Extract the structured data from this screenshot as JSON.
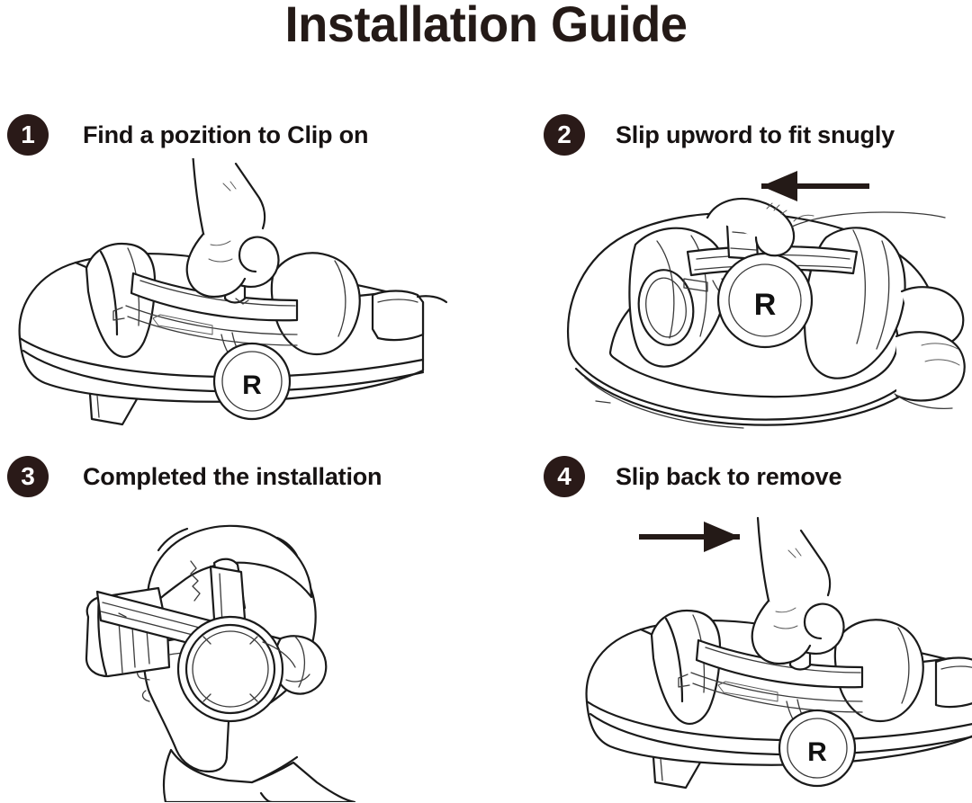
{
  "document": {
    "title": "Installation Guide",
    "background_color": "#ffffff",
    "text_color": "#241a17",
    "badge_color": "#2a1a18",
    "line_color": "#1a1a1a",
    "type": "instruction-sheet",
    "step_count": 4
  },
  "steps": [
    {
      "number": "1",
      "label": "Find a pozition to Clip on",
      "illustration": "vr-headset-clip-on",
      "marking": "R",
      "arrow": null
    },
    {
      "number": "2",
      "label": "Slip upword to fit snugly",
      "illustration": "vr-headset-front-slide",
      "marking": "R",
      "arrow": "left"
    },
    {
      "number": "3",
      "label": "Completed the installation",
      "illustration": "person-wearing-headset-side-view",
      "marking": null,
      "arrow": null
    },
    {
      "number": "4",
      "label": "Slip back to remove",
      "illustration": "vr-headset-slide-back",
      "marking": "R",
      "arrow": "right"
    }
  ]
}
